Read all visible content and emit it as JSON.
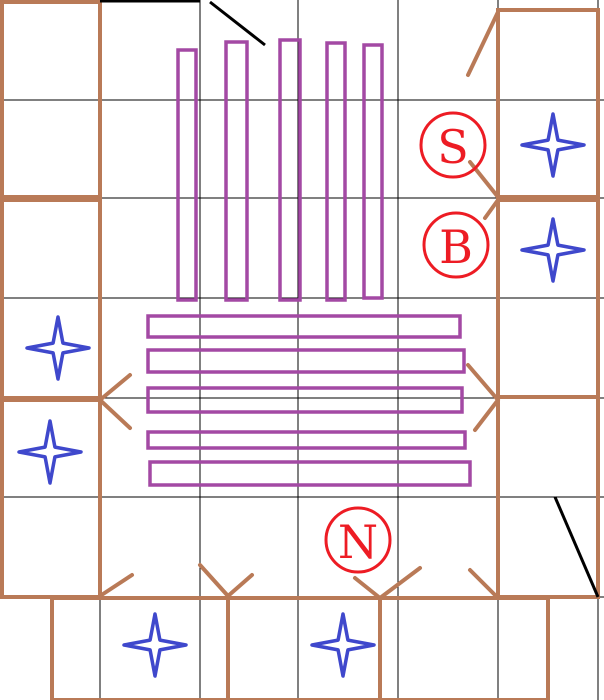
{
  "diagram": {
    "markers": [
      {
        "id": "S",
        "label": "S"
      },
      {
        "id": "B",
        "label": "B"
      },
      {
        "id": "N",
        "label": "N"
      }
    ],
    "star_count": 6,
    "vertical_bar_count": 5,
    "horizontal_bar_count": 5,
    "colors": {
      "grid": "#000000",
      "walls": "#b97a57",
      "bars": "#a349a4",
      "stars": "#3f48cc",
      "markers": "#ed1c24"
    }
  }
}
